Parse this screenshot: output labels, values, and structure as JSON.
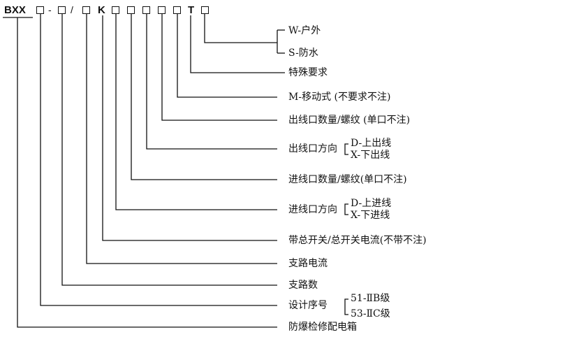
{
  "code": {
    "prefix": "BXX",
    "dash": "-",
    "slash": "/",
    "k": "K",
    "t": "T"
  },
  "items": [
    {
      "id": "outdoor",
      "label": "W-户外"
    },
    {
      "id": "waterproof",
      "label": "S-防水"
    },
    {
      "id": "special",
      "label": "特殊要求"
    },
    {
      "id": "mobile",
      "label": "M-移动式 (不要求不注)"
    },
    {
      "id": "outlet-count",
      "label": "出线口数量/螺纹 (单口不注)"
    },
    {
      "id": "outlet-direction",
      "label": "出线口方向",
      "options": [
        "D-上出线",
        "X-下出线"
      ]
    },
    {
      "id": "inlet-count",
      "label": "进线口数量/螺纹(单口不注)"
    },
    {
      "id": "inlet-direction",
      "label": "进线口方向",
      "options": [
        "D-上进线",
        "X-下进线"
      ]
    },
    {
      "id": "main-switch",
      "label": "带总开关/总开关电流(不带不注)"
    },
    {
      "id": "branch-current",
      "label": "支路电流"
    },
    {
      "id": "branch-count",
      "label": "支路数"
    },
    {
      "id": "design-number",
      "label": "设计序号",
      "options": [
        "51-ⅡB级",
        "53-ⅡC级"
      ]
    },
    {
      "id": "product",
      "label": "防爆检修配电箱"
    }
  ]
}
